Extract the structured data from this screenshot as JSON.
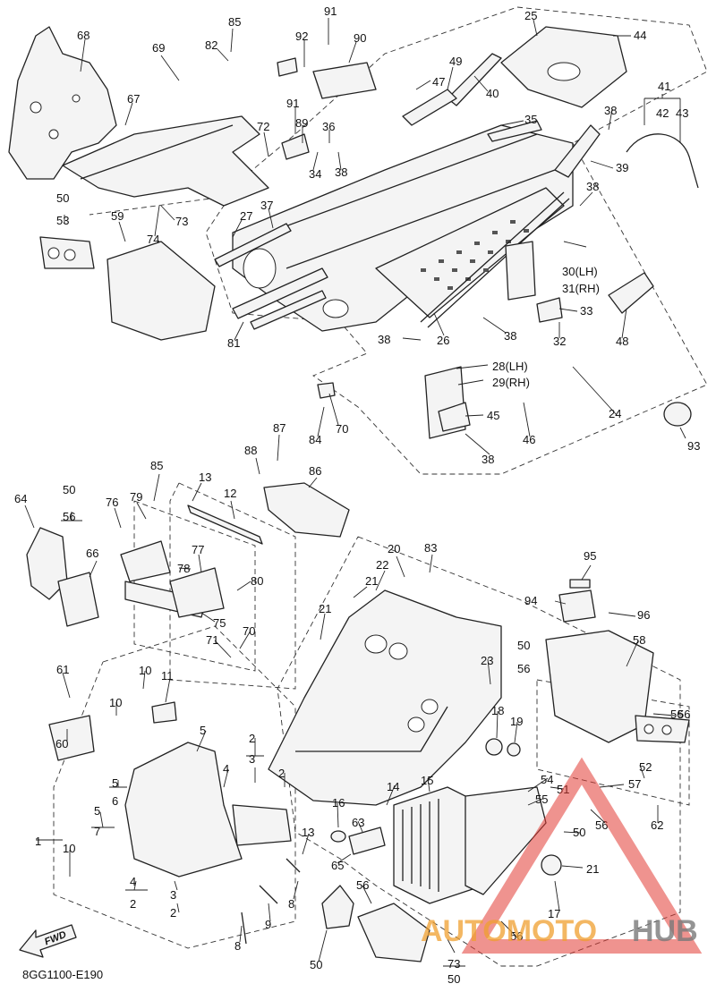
{
  "diagram": {
    "code": "8GG1100-E190",
    "fwd_label": "FWD",
    "watermark": {
      "part1": "AUTOMOTO",
      "part2": "HUB",
      "tri_color": "#e23a33",
      "text_color_1": "#f0a030",
      "text_color_2": "#7a7a7a"
    },
    "callouts": [
      "68",
      "69",
      "85",
      "82",
      "91",
      "92",
      "90",
      "25",
      "44",
      "67",
      "72",
      "91",
      "89",
      "36",
      "47",
      "49",
      "40",
      "38",
      "34",
      "35",
      "41",
      "42",
      "43",
      "38",
      "39",
      "50",
      "53",
      "59",
      "73",
      "74",
      "27",
      "37",
      "38",
      "30(LH)",
      "31(RH)",
      "33",
      "32",
      "48",
      "81",
      "26",
      "38",
      "38",
      "28(LH)",
      "29(RH)",
      "45",
      "46",
      "38",
      "24",
      "93",
      "70",
      "84",
      "87",
      "88",
      "86",
      "85",
      "50",
      "56",
      "64",
      "76",
      "79",
      "13",
      "12",
      "66",
      "77",
      "78",
      "80",
      "75",
      "70",
      "71",
      "20",
      "83",
      "22",
      "21",
      "21",
      "95",
      "94",
      "96",
      "58",
      "50",
      "56",
      "61",
      "10",
      "11",
      "10",
      "60",
      "5",
      "5",
      "6",
      "5",
      "7",
      "2",
      "3",
      "2",
      "4",
      "13",
      "9",
      "8",
      "4",
      "2",
      "3",
      "2",
      "8",
      "1",
      "10",
      "23",
      "18",
      "19",
      "56",
      "52",
      "56",
      "54",
      "51",
      "55",
      "57",
      "56",
      "62",
      "50",
      "21",
      "17",
      "14",
      "16",
      "15",
      "63",
      "65",
      "56",
      "50",
      "73",
      "56",
      "50"
    ]
  }
}
